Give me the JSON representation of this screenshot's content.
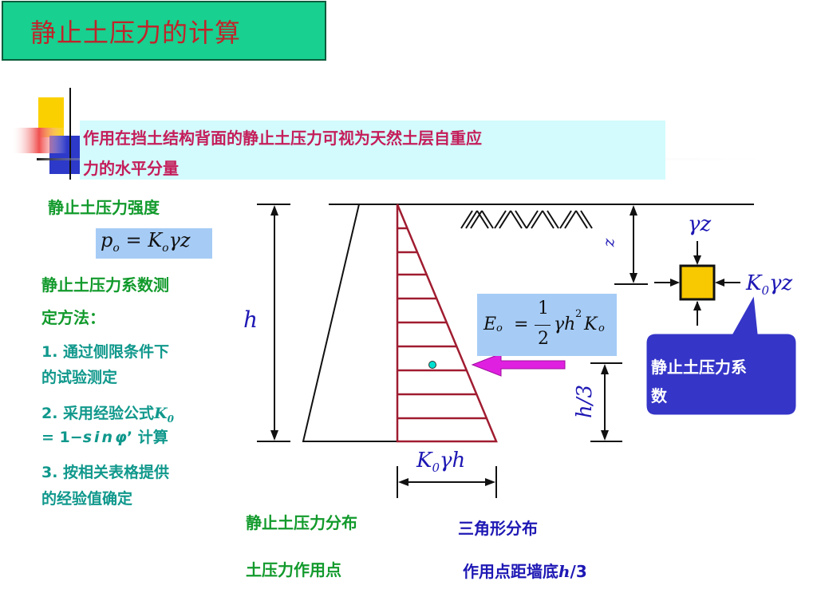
{
  "title": "静止土压力的计算",
  "intro": {
    "line1": "作用在挡土结构背面的静止土压力可视为天然土层自重应",
    "line2": "力的水平分量"
  },
  "left_panel": {
    "intensity_heading": "静止土压力强度",
    "coeff_heading_line1": "静止土压力系数测",
    "coeff_heading_line2": "定方法：",
    "method1_line1": "1. 通过侧限条件下",
    "method1_line2": "的试验测定",
    "method2_line1": "2. 采用经验公式",
    "method2_k0": "K",
    "method2_k0_sub": "0",
    "method2_line2_a": "= 1−",
    "method2_sin": "sin",
    "method2_phi": "φ",
    "method2_line2_b": "’ 计算",
    "method3_line1": "3. 按相关表格提供",
    "method3_line2": "的经验值确定"
  },
  "formula_po": {
    "p": "p",
    "p_sub": "o",
    "eq": " = ",
    "K": "K",
    "K_sub": "o",
    "rest": "γz"
  },
  "formula_eo": {
    "E": "E",
    "E_sub": "o",
    "eq": "=",
    "num": "1",
    "den": "2",
    "gh": "γh",
    "sup2": "2",
    "K": "K",
    "K_sub": "o"
  },
  "diagram": {
    "h_label": "h",
    "z_label": "z",
    "h3_label": "h/3",
    "base_label_K": "K",
    "base_label_sub": "0",
    "base_label_rest": "γh",
    "gz_label": "γz",
    "k0gz_K": "K",
    "k0gz_sub": "0",
    "k0gz_rest": "γz"
  },
  "callout": {
    "line1": "静止土压力系",
    "line2": "数"
  },
  "bottom": {
    "distribution_label": "静止土压力分布",
    "distribution_value": "三角形分布",
    "action_point_label": "土压力作用点",
    "action_point_value_prefix": "作用点距墙底",
    "action_point_h": "h",
    "action_point_suffix": "/3"
  },
  "colors": {
    "title_bg": "#18d08f",
    "title_text": "#c0242a",
    "intro_bg": "#d3fbfd",
    "intro_text": "#c41e5a",
    "green_text": "#129a2c",
    "teal_text": "#10988c",
    "formula_bg": "#a6ccf6",
    "pressure_triangle": "#a01c30",
    "symbol_blue": "#1e18b4",
    "callout_bg": "#3535c8",
    "arrow_magenta": "#e020e0",
    "element_fill": "#f8c800"
  }
}
